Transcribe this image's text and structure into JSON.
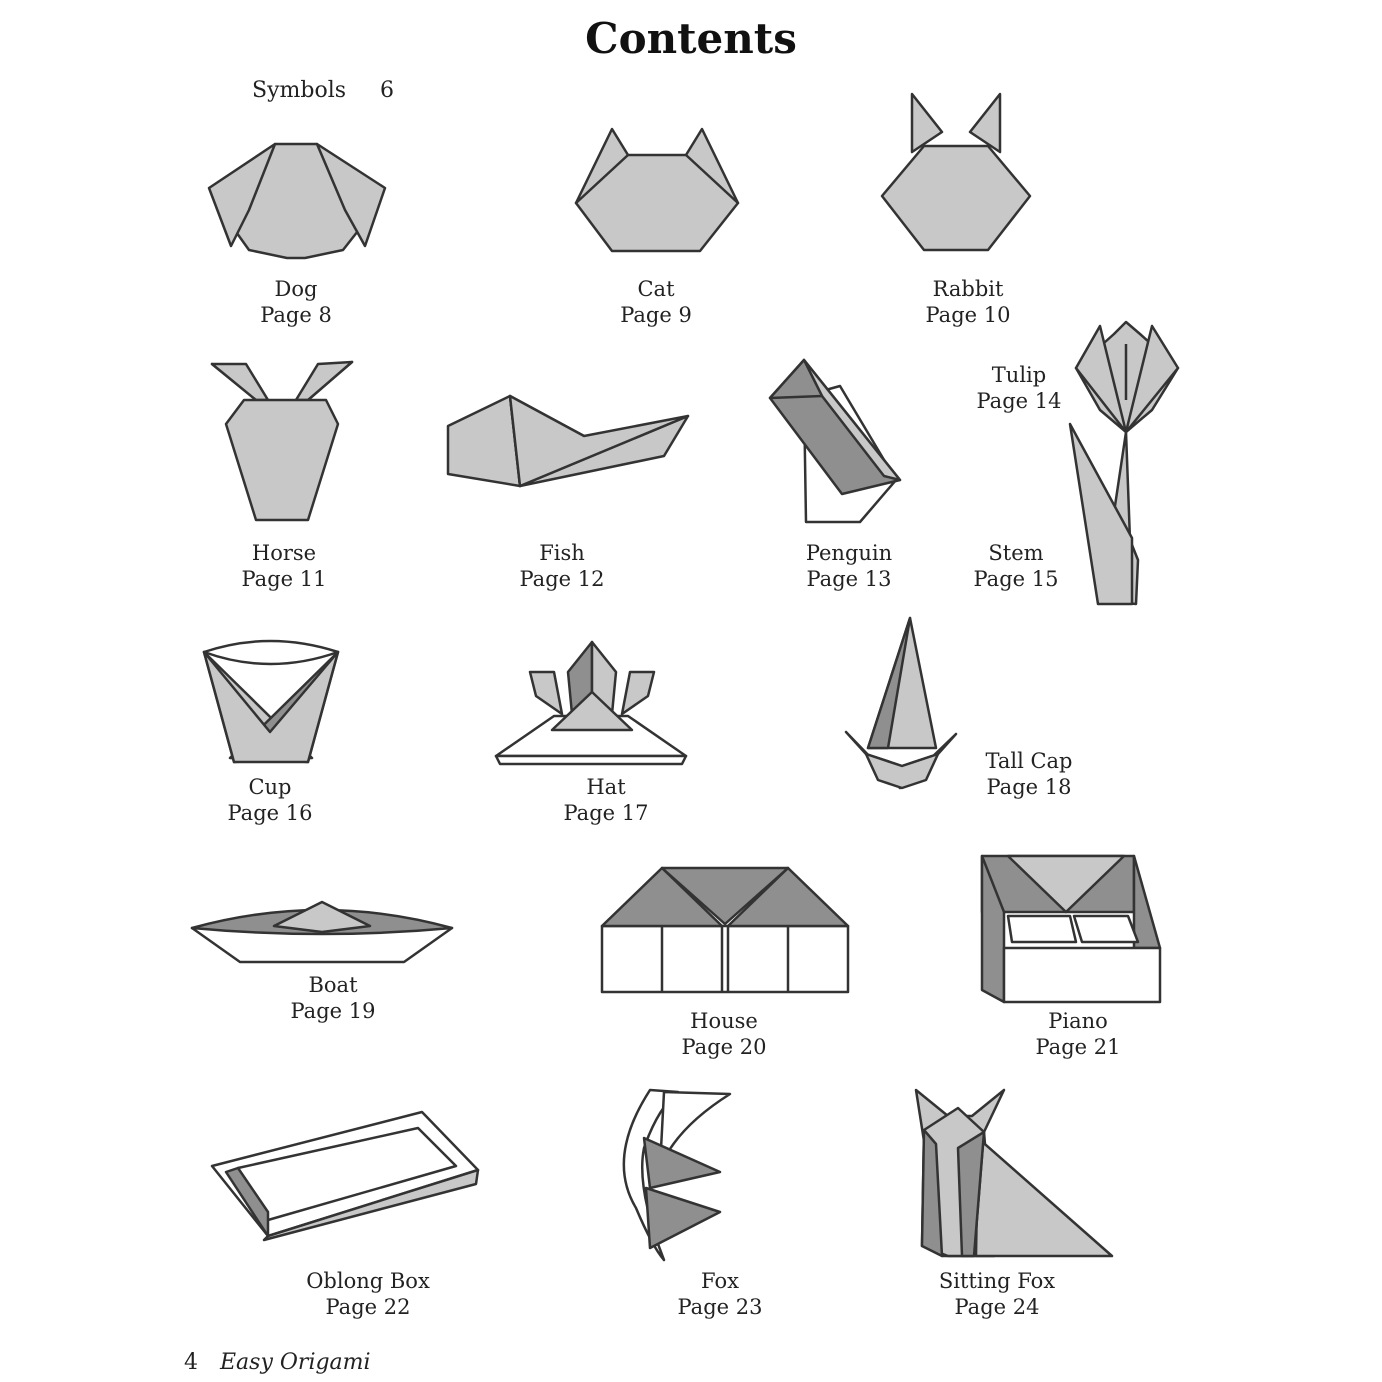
{
  "page": {
    "title": "Contents",
    "symbols": {
      "label": "Symbols",
      "page": "6"
    },
    "entries": [
      {
        "name": "Dog",
        "page": "Page 8"
      },
      {
        "name": "Cat",
        "page": "Page 9"
      },
      {
        "name": "Rabbit",
        "page": "Page 10"
      },
      {
        "name": "Horse",
        "page": "Page 11"
      },
      {
        "name": "Fish",
        "page": "Page 12"
      },
      {
        "name": "Penguin",
        "page": "Page 13"
      },
      {
        "name": "Tulip",
        "page": "Page 14"
      },
      {
        "name": "Stem",
        "page": "Page 15"
      },
      {
        "name": "Cup",
        "page": "Page 16"
      },
      {
        "name": "Hat",
        "page": "Page 17"
      },
      {
        "name": "Tall Cap",
        "page": "Page 18"
      },
      {
        "name": "Boat",
        "page": "Page 19"
      },
      {
        "name": "House",
        "page": "Page 20"
      },
      {
        "name": "Piano",
        "page": "Page 21"
      },
      {
        "name": "Oblong Box",
        "page": "Page 22"
      },
      {
        "name": "Fox",
        "page": "Page 23"
      },
      {
        "name": "Sitting Fox",
        "page": "Page 24"
      }
    ],
    "footer": {
      "page_number": "4",
      "book_title": "Easy Origami"
    }
  }
}
